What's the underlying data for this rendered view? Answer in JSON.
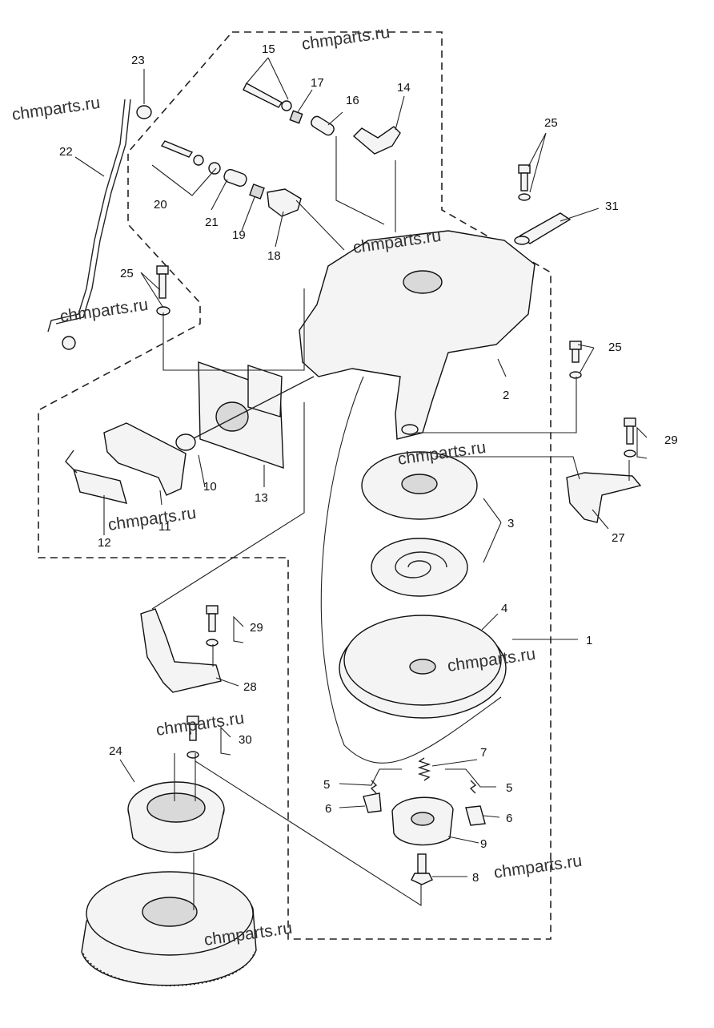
{
  "watermarks": [
    "chmparts.ru",
    "chmparts.ru",
    "chmparts.ru",
    "chmparts.ru",
    "chmparts.ru",
    "chmparts.ru",
    "chmparts.ru",
    "chmparts.ru",
    "chmparts.ru"
  ],
  "labels": {
    "l1": "1",
    "l2": "2",
    "l3": "3",
    "l4": "4",
    "l5a": "5",
    "l5b": "5",
    "l6a": "6",
    "l6b": "6",
    "l7": "7",
    "l8": "8",
    "l9": "9",
    "l10": "10",
    "l11": "11",
    "l12": "12",
    "l13": "13",
    "l14": "14",
    "l15": "15",
    "l16": "16",
    "l17": "17",
    "l18": "18",
    "l19": "19",
    "l20": "20",
    "l21": "21",
    "l22": "22",
    "l23": "23",
    "l24": "24",
    "l25a": "25",
    "l25b": "25",
    "l25c": "25",
    "l27": "27",
    "l28": "28",
    "l29a": "29",
    "l29b": "29",
    "l30": "30",
    "l31": "31"
  }
}
